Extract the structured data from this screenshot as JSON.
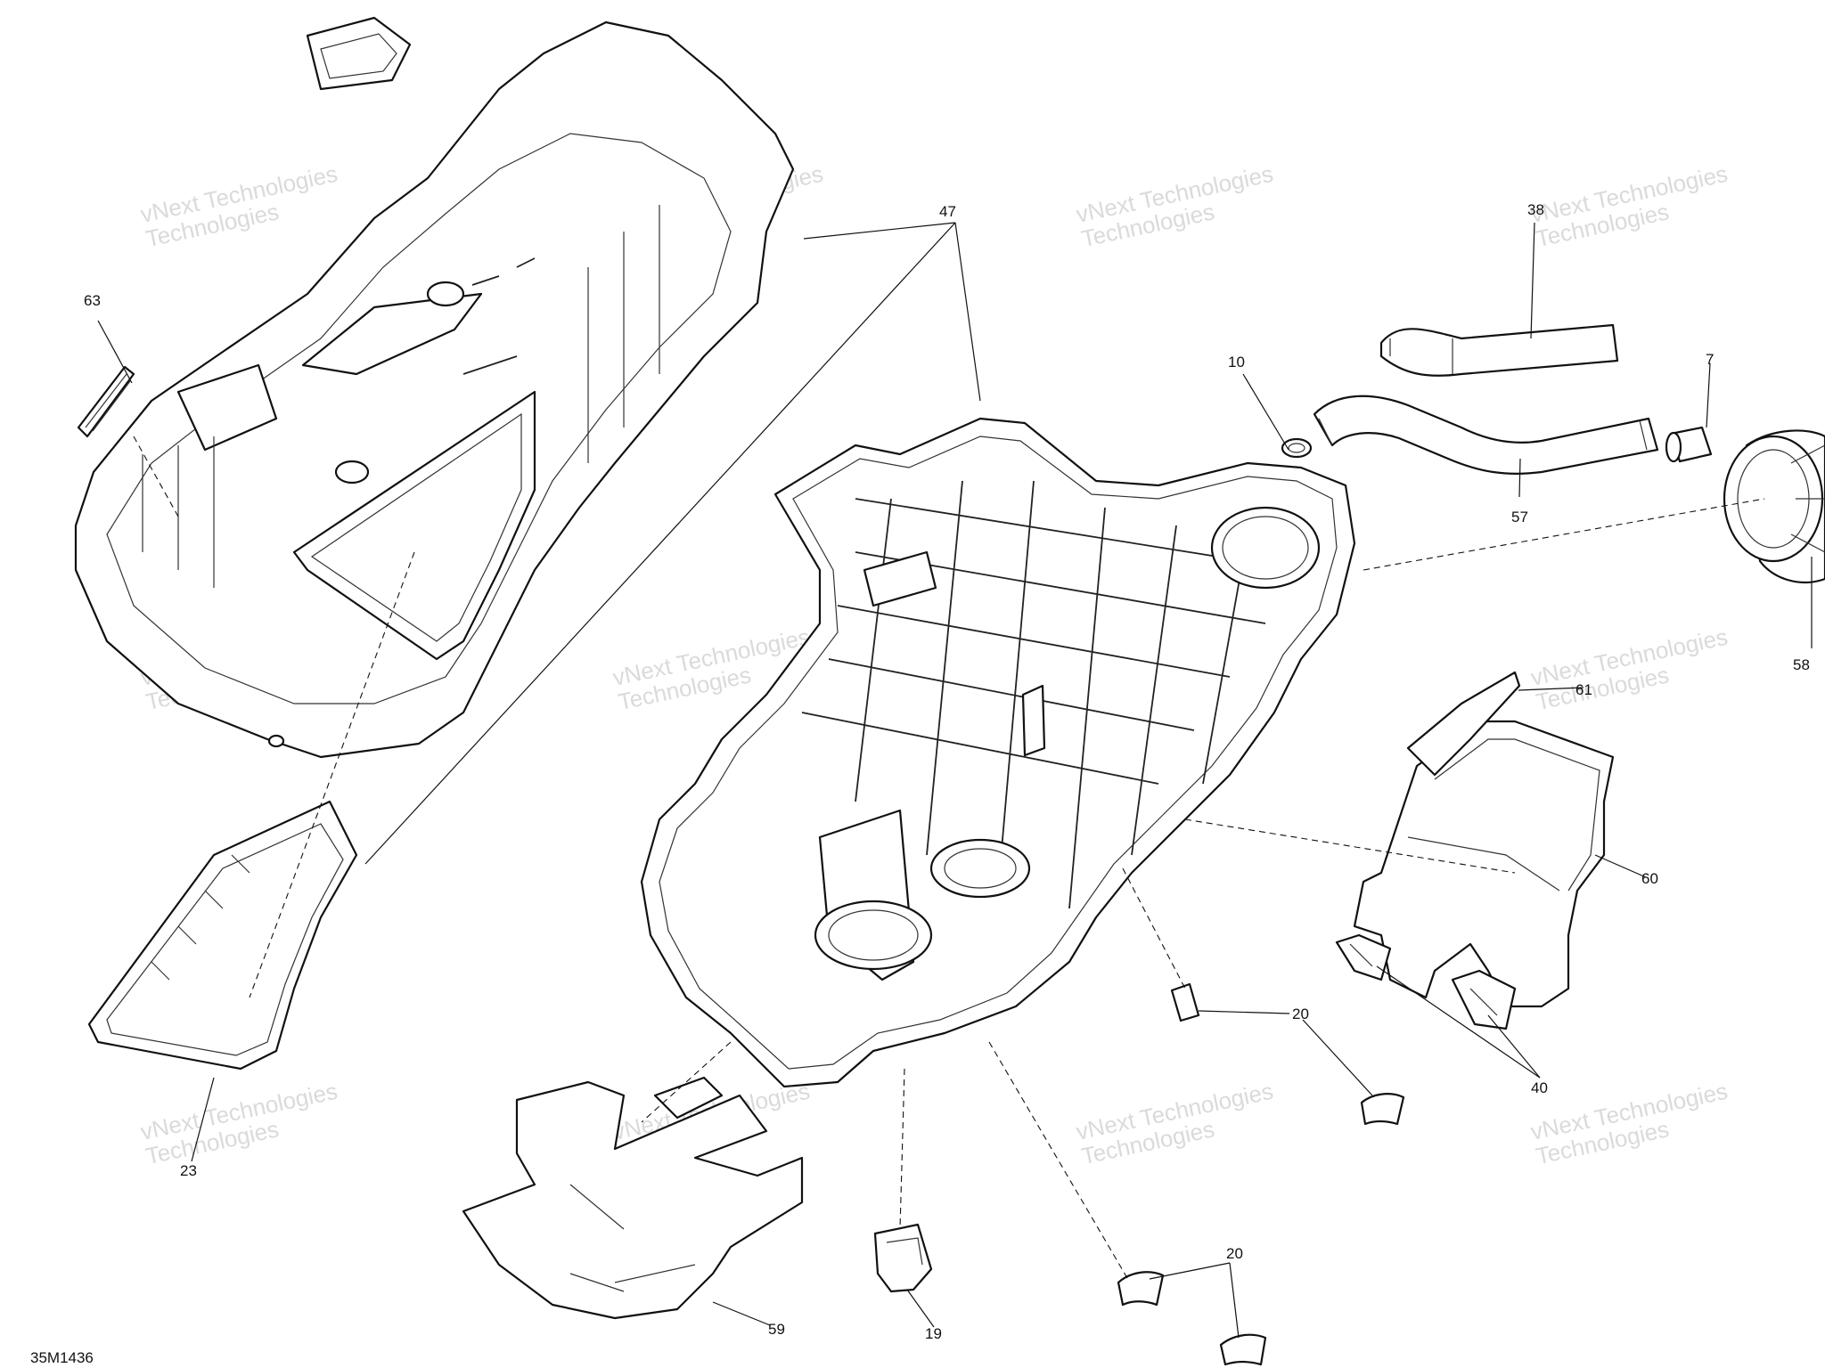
{
  "figure_id": "35M1436",
  "watermark": {
    "line1": "vNext Technologies",
    "line2": "Technologies",
    "color": "#d4d4d4"
  },
  "callouts": [
    {
      "id": "63",
      "label": "63"
    },
    {
      "id": "47",
      "label": "47"
    },
    {
      "id": "10",
      "label": "10"
    },
    {
      "id": "38",
      "label": "38"
    },
    {
      "id": "7",
      "label": "7"
    },
    {
      "id": "57",
      "label": "57"
    },
    {
      "id": "58",
      "label": "58"
    },
    {
      "id": "61",
      "label": "61"
    },
    {
      "id": "60",
      "label": "60"
    },
    {
      "id": "20a",
      "label": "20"
    },
    {
      "id": "40",
      "label": "40"
    },
    {
      "id": "23",
      "label": "23"
    },
    {
      "id": "59",
      "label": "59"
    },
    {
      "id": "19",
      "label": "19"
    },
    {
      "id": "20b",
      "label": "20"
    }
  ]
}
